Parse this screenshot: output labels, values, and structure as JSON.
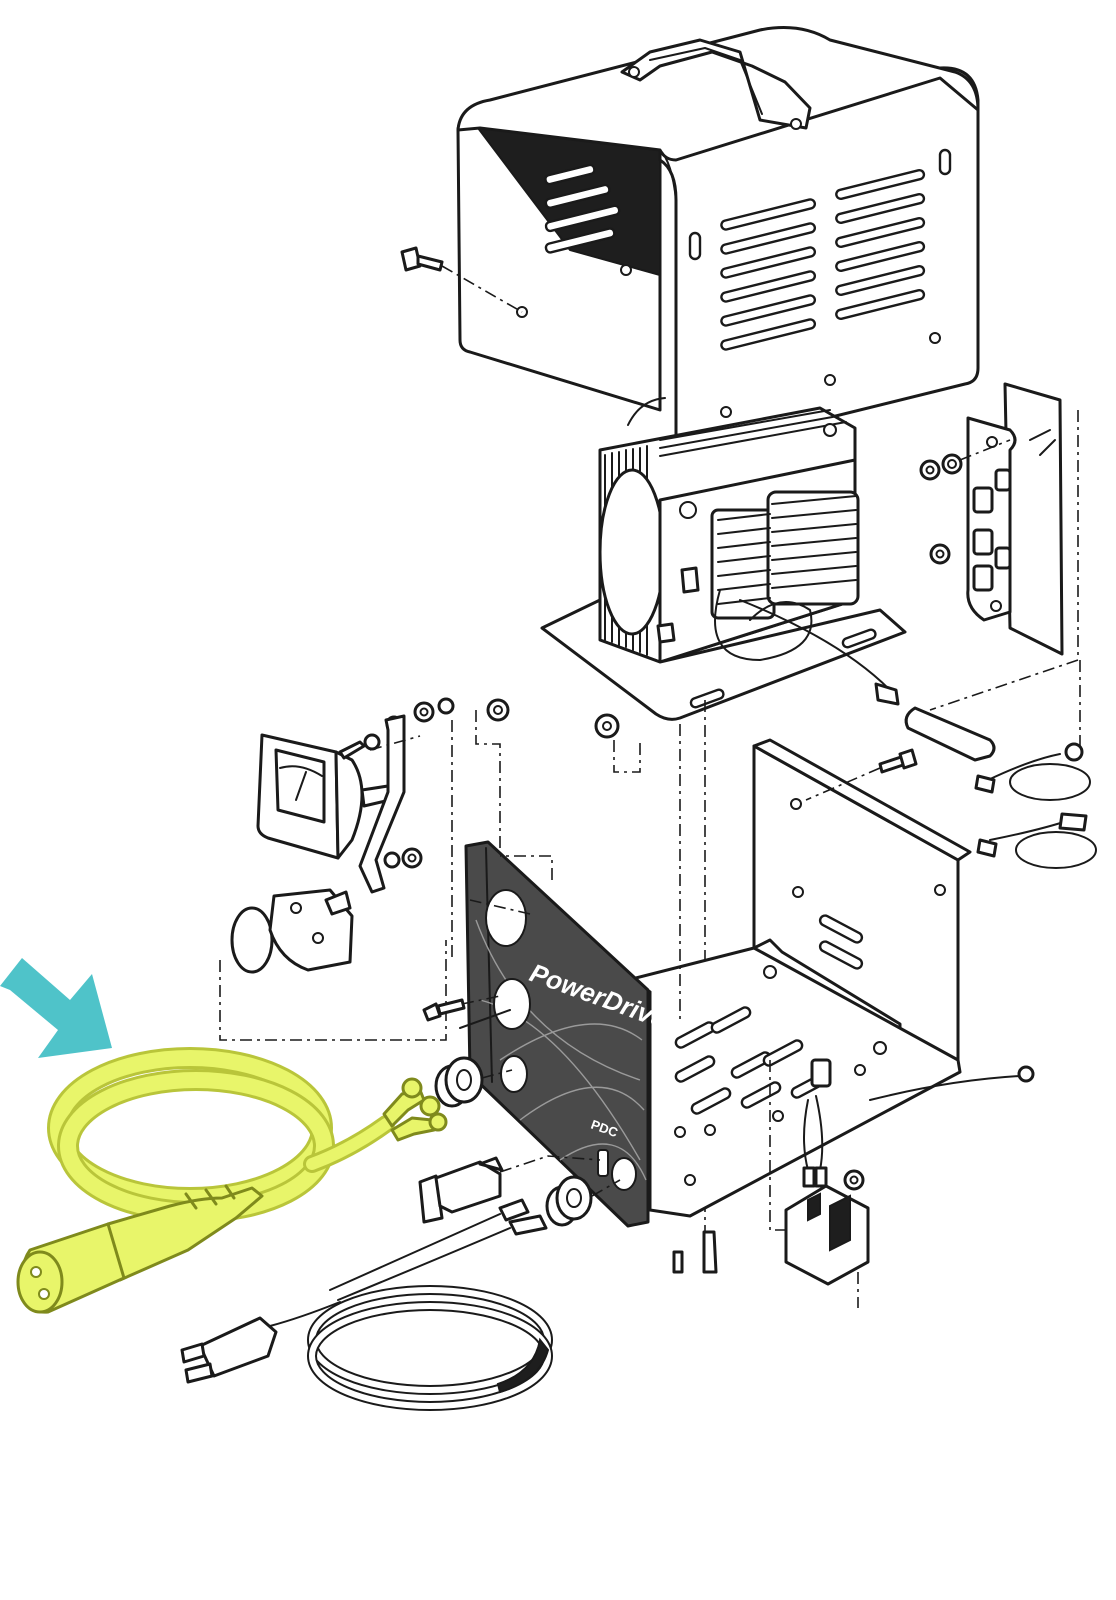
{
  "diagram": {
    "type": "exploded parts view",
    "highlight_color": "#e8f56a",
    "highlight_stroke": "#b9c53a",
    "arrow_color": "#4fc3c9",
    "faceplate_color": "#4a4a4a",
    "labels": {
      "brand": "PowerDrive",
      "model": "PDC"
    },
    "icons": [
      "arrow-pointer-icon",
      "handle-icon",
      "vent-slots-icon"
    ]
  }
}
